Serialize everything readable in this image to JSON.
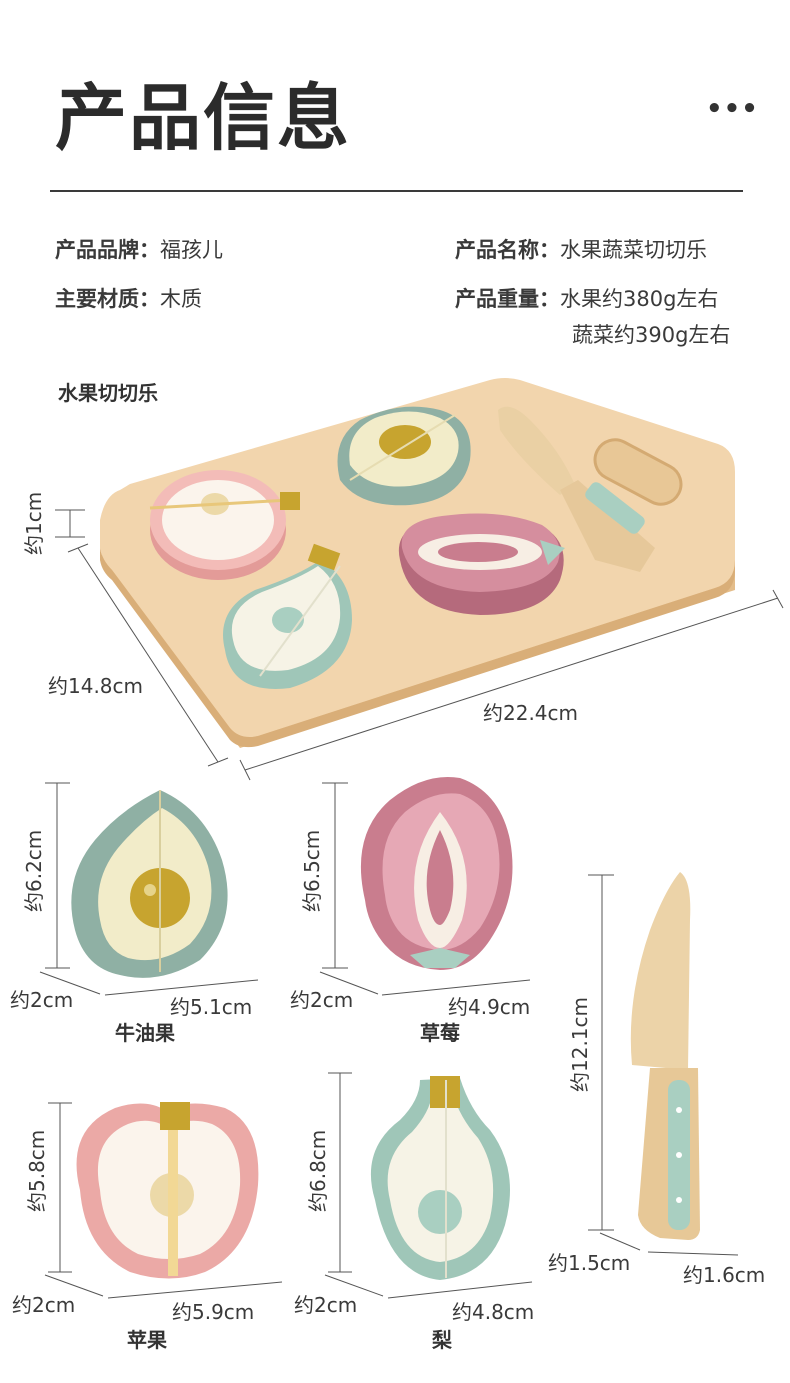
{
  "header": {
    "title": "产品信息",
    "more_label": "•••"
  },
  "info": {
    "brand_label": "产品品牌：",
    "brand_value": "福孩儿",
    "name_label": "产品名称：",
    "name_value": "水果蔬菜切切乐",
    "material_label": "主要材质：",
    "material_value": "木质",
    "weight_label": "产品重量：",
    "weight_value_1": "水果约380g左右",
    "weight_value_2": "蔬菜约390g左右"
  },
  "section_title": "水果切切乐",
  "board": {
    "height": "约1cm",
    "depth": "约14.8cm",
    "width": "约22.4cm"
  },
  "pieces": {
    "avocado": {
      "name": "牛油果",
      "height": "约6.2cm",
      "thickness": "约2cm",
      "width": "约5.1cm"
    },
    "strawberry": {
      "name": "草莓",
      "height": "约6.5cm",
      "thickness": "约2cm",
      "width": "约4.9cm"
    },
    "apple": {
      "name": "苹果",
      "height": "约5.8cm",
      "thickness": "约2cm",
      "width": "约5.9cm"
    },
    "pear": {
      "name": "梨",
      "height": "约6.8cm",
      "thickness": "约2cm",
      "width": "约4.8cm"
    },
    "knife": {
      "height": "约12.1cm",
      "thickness": "约1.5cm",
      "width": "约1.6cm"
    }
  },
  "colors": {
    "wood": "#f1d2a8",
    "wood_edge": "#e2b884",
    "sage": "#8fb0a4",
    "mint": "#a9cfc1",
    "pink": "#eba9a6",
    "rose": "#c97d8e",
    "olive": "#c7a42f",
    "cream": "#f7f2e2"
  }
}
